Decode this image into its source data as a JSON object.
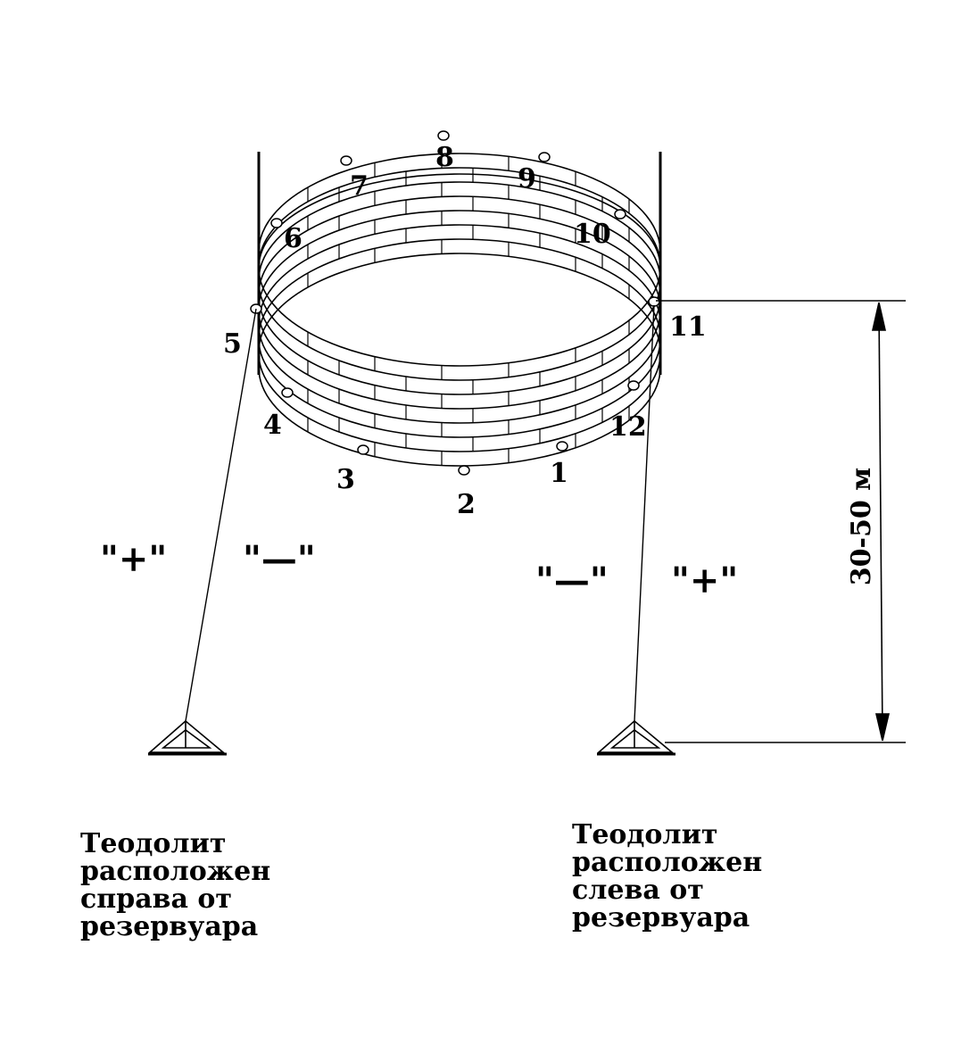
{
  "diagram": {
    "points": [
      "1",
      "2",
      "3",
      "4",
      "5",
      "6",
      "7",
      "8",
      "9",
      "10",
      "11",
      "12"
    ],
    "signs": {
      "left_plus": "\"+\"",
      "left_minus": "\"—\"",
      "right_minus": "\"—\"",
      "right_plus": "\"+\""
    },
    "distance_label": "30-50 м",
    "captions": {
      "left": [
        "Теодолит",
        "расположен",
        "справа от",
        "резервуара"
      ],
      "right": [
        "Теодолит",
        "расположен",
        "слева от",
        "резервуара"
      ]
    }
  }
}
